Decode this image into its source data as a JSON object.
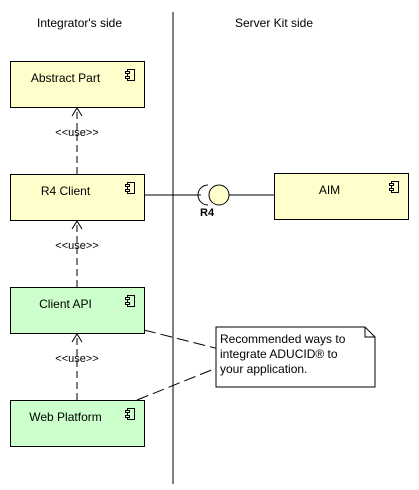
{
  "sides": {
    "integrator": "Integrator's side",
    "server": "Server Kit side"
  },
  "components": {
    "abstract_part": "Abstract Part",
    "r4_client": "R4 Client",
    "client_api": "Client API",
    "web_platform": "Web Platform",
    "aim": "AIM"
  },
  "relations": {
    "use1": "<<use>>",
    "use2": "<<use>>",
    "use3": "<<use>>"
  },
  "interface": {
    "name": "R4"
  },
  "note": {
    "line1": "Recommended ways to",
    "line2": "integrate ADUCID® to",
    "line3": "your application."
  },
  "colors": {
    "yellow_fill": "#ffffcc",
    "green_fill": "#ccffcc"
  }
}
